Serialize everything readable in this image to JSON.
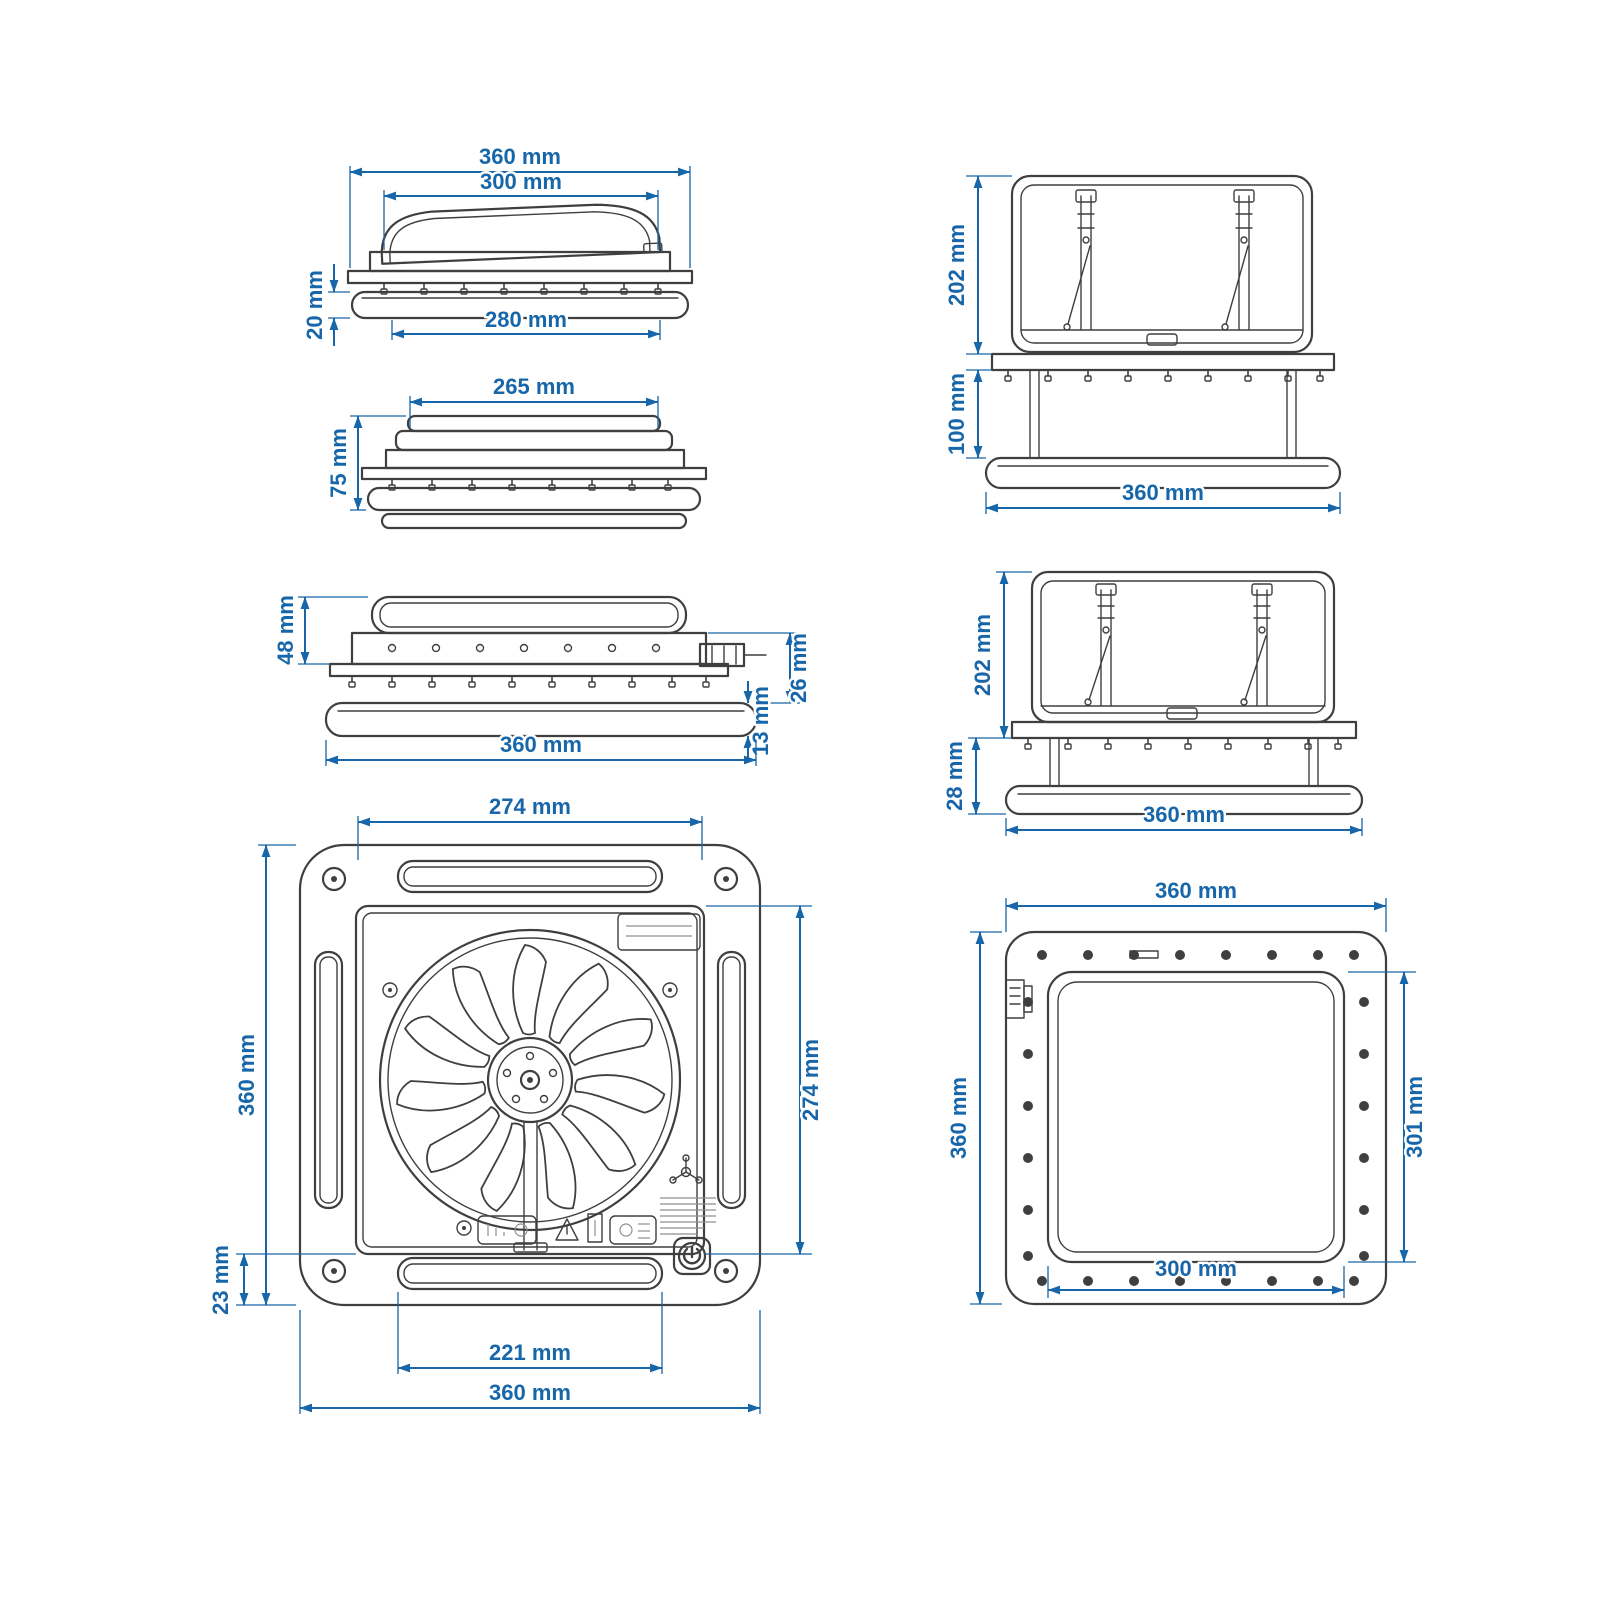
{
  "diagram": {
    "accent": "#1766a9",
    "line": "#3f3f3f",
    "unit": "mm",
    "icons": {
      "power_button": "power"
    }
  },
  "views": {
    "side_lid_raised": {
      "outer_width": "360 mm",
      "lid_width": "300 mm",
      "base_height": "20 mm",
      "inner_width": "280 mm"
    },
    "side_closed": {
      "lid_width": "265 mm",
      "height": "75 mm"
    },
    "side_flange": {
      "body_height": "48 mm",
      "recess_depth": "26 mm",
      "base_height": "13 mm",
      "outer_width": "360 mm"
    },
    "top_fan": {
      "inner_width": "274 mm",
      "outer_height": "360 mm",
      "inner_height": "274 mm",
      "corner_offset": "23 mm",
      "grille_width": "221 mm",
      "outer_width": "360 mm"
    },
    "side_open_raised": {
      "lid_height": "202 mm",
      "clearance": "100 mm",
      "base_width": "360 mm"
    },
    "side_open_mounted": {
      "lid_height": "202 mm",
      "flange_height": "28 mm",
      "base_width": "360 mm"
    },
    "frame": {
      "outer_width": "360 mm",
      "outer_height": "360 mm",
      "opening_height": "301 mm",
      "opening_width": "300 mm"
    }
  }
}
